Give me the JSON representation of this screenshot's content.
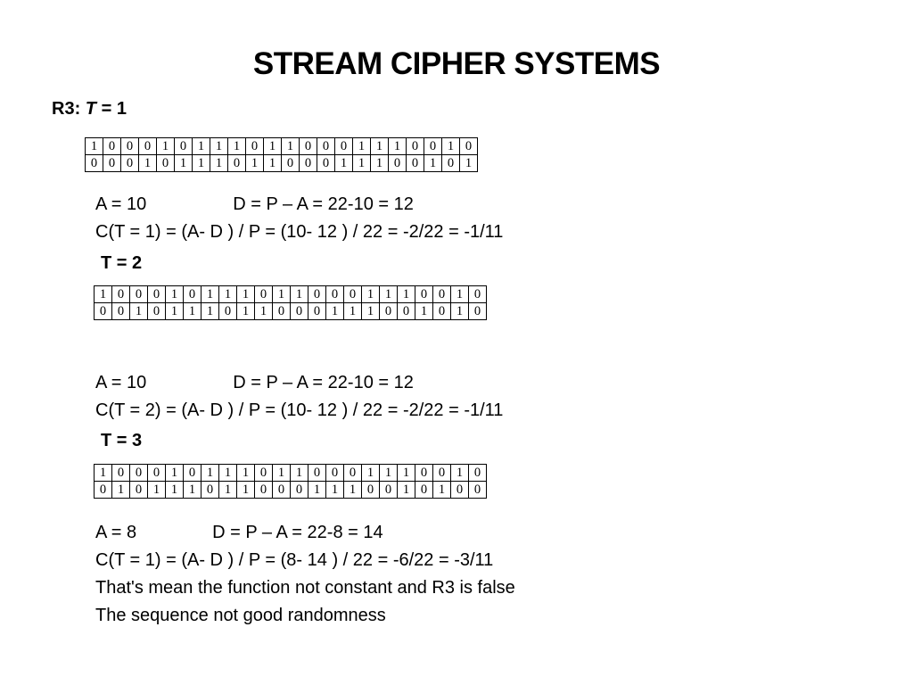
{
  "title": "STREAM CIPHER SYSTEMS",
  "r3": {
    "label": "R3:",
    "var": "T",
    "eq": "= 1"
  },
  "blocks": [
    {
      "row1": [
        "1",
        "0",
        "0",
        "0",
        "1",
        "0",
        "1",
        "1",
        "1",
        "0",
        "1",
        "1",
        "0",
        "0",
        "0",
        "1",
        "1",
        "1",
        "0",
        "0",
        "1",
        "0"
      ],
      "row2": [
        "0",
        "0",
        "0",
        "1",
        "0",
        "1",
        "1",
        "1",
        "0",
        "1",
        "1",
        "0",
        "0",
        "0",
        "1",
        "1",
        "1",
        "0",
        "0",
        "1",
        "0",
        "1"
      ],
      "a_text": "A = 10",
      "d_text": "D = P – A = 22-10 = 12",
      "c_text": "C(T  = 1) = (A- D ) / P  =  (10- 12 ) / 22 = -2/22 = -1/11"
    },
    {
      "heading_var": "T",
      "heading_eq": " = 2",
      "row1": [
        "1",
        "0",
        "0",
        "0",
        "1",
        "0",
        "1",
        "1",
        "1",
        "0",
        "1",
        "1",
        "0",
        "0",
        "0",
        "1",
        "1",
        "1",
        "0",
        "0",
        "1",
        "0"
      ],
      "row2": [
        "0",
        "0",
        "1",
        "0",
        "1",
        "1",
        "1",
        "0",
        "1",
        "1",
        "0",
        "0",
        "0",
        "1",
        "1",
        "1",
        "0",
        "0",
        "1",
        "0",
        "1",
        "0"
      ],
      "a_text": "A = 10",
      "d_text": "D = P – A = 22-10 = 12",
      "c_text": "C(T  = 2) = (A- D ) / P  =  (10- 12 ) / 22 = -2/22 = -1/11"
    },
    {
      "heading_var": "T",
      "heading_eq": " = 3",
      "row1": [
        "1",
        "0",
        "0",
        "0",
        "1",
        "0",
        "1",
        "1",
        "1",
        "0",
        "1",
        "1",
        "0",
        "0",
        "0",
        "1",
        "1",
        "1",
        "0",
        "0",
        "1",
        "0"
      ],
      "row2": [
        "0",
        "1",
        "0",
        "1",
        "1",
        "1",
        "0",
        "1",
        "1",
        "0",
        "0",
        "0",
        "1",
        "1",
        "1",
        "0",
        "0",
        "1",
        "0",
        "1",
        "0",
        "0"
      ],
      "a_text": "A = 8",
      "d_text": "D = P – A = 22-8 = 14",
      "c_text": "C(T  = 1) = (A- D ) / P  =  (8- 14 ) / 22 = -6/22 = -3/11"
    }
  ],
  "conclusion": [
    "That's mean the function not constant and R3 is false",
    "The sequence not good randomness"
  ]
}
